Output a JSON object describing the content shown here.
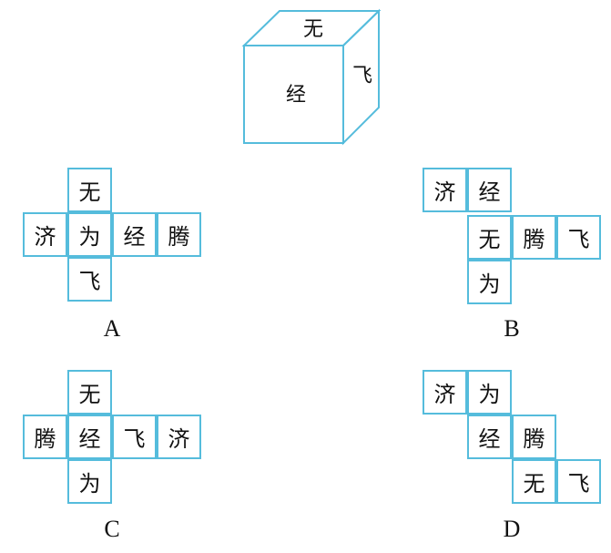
{
  "cube": {
    "top_face": "无",
    "front_face": "经",
    "right_face": "飞",
    "edge_color": "#55bcdc"
  },
  "options": [
    {
      "label": "A",
      "cells": [
        {
          "text": "无"
        },
        {
          "text": "济"
        },
        {
          "text": "为"
        },
        {
          "text": "经"
        },
        {
          "text": "腾"
        },
        {
          "text": "飞"
        }
      ]
    },
    {
      "label": "B",
      "cells": [
        {
          "text": "济"
        },
        {
          "text": "经"
        },
        {
          "text": "无"
        },
        {
          "text": "腾"
        },
        {
          "text": "飞"
        },
        {
          "text": "为"
        }
      ]
    },
    {
      "label": "C",
      "cells": [
        {
          "text": "无"
        },
        {
          "text": "腾"
        },
        {
          "text": "经"
        },
        {
          "text": "飞"
        },
        {
          "text": "济"
        },
        {
          "text": "为"
        }
      ]
    },
    {
      "label": "D",
      "cells": [
        {
          "text": "济"
        },
        {
          "text": "为"
        },
        {
          "text": "经"
        },
        {
          "text": "腾"
        },
        {
          "text": "无"
        },
        {
          "text": "飞"
        }
      ]
    }
  ]
}
